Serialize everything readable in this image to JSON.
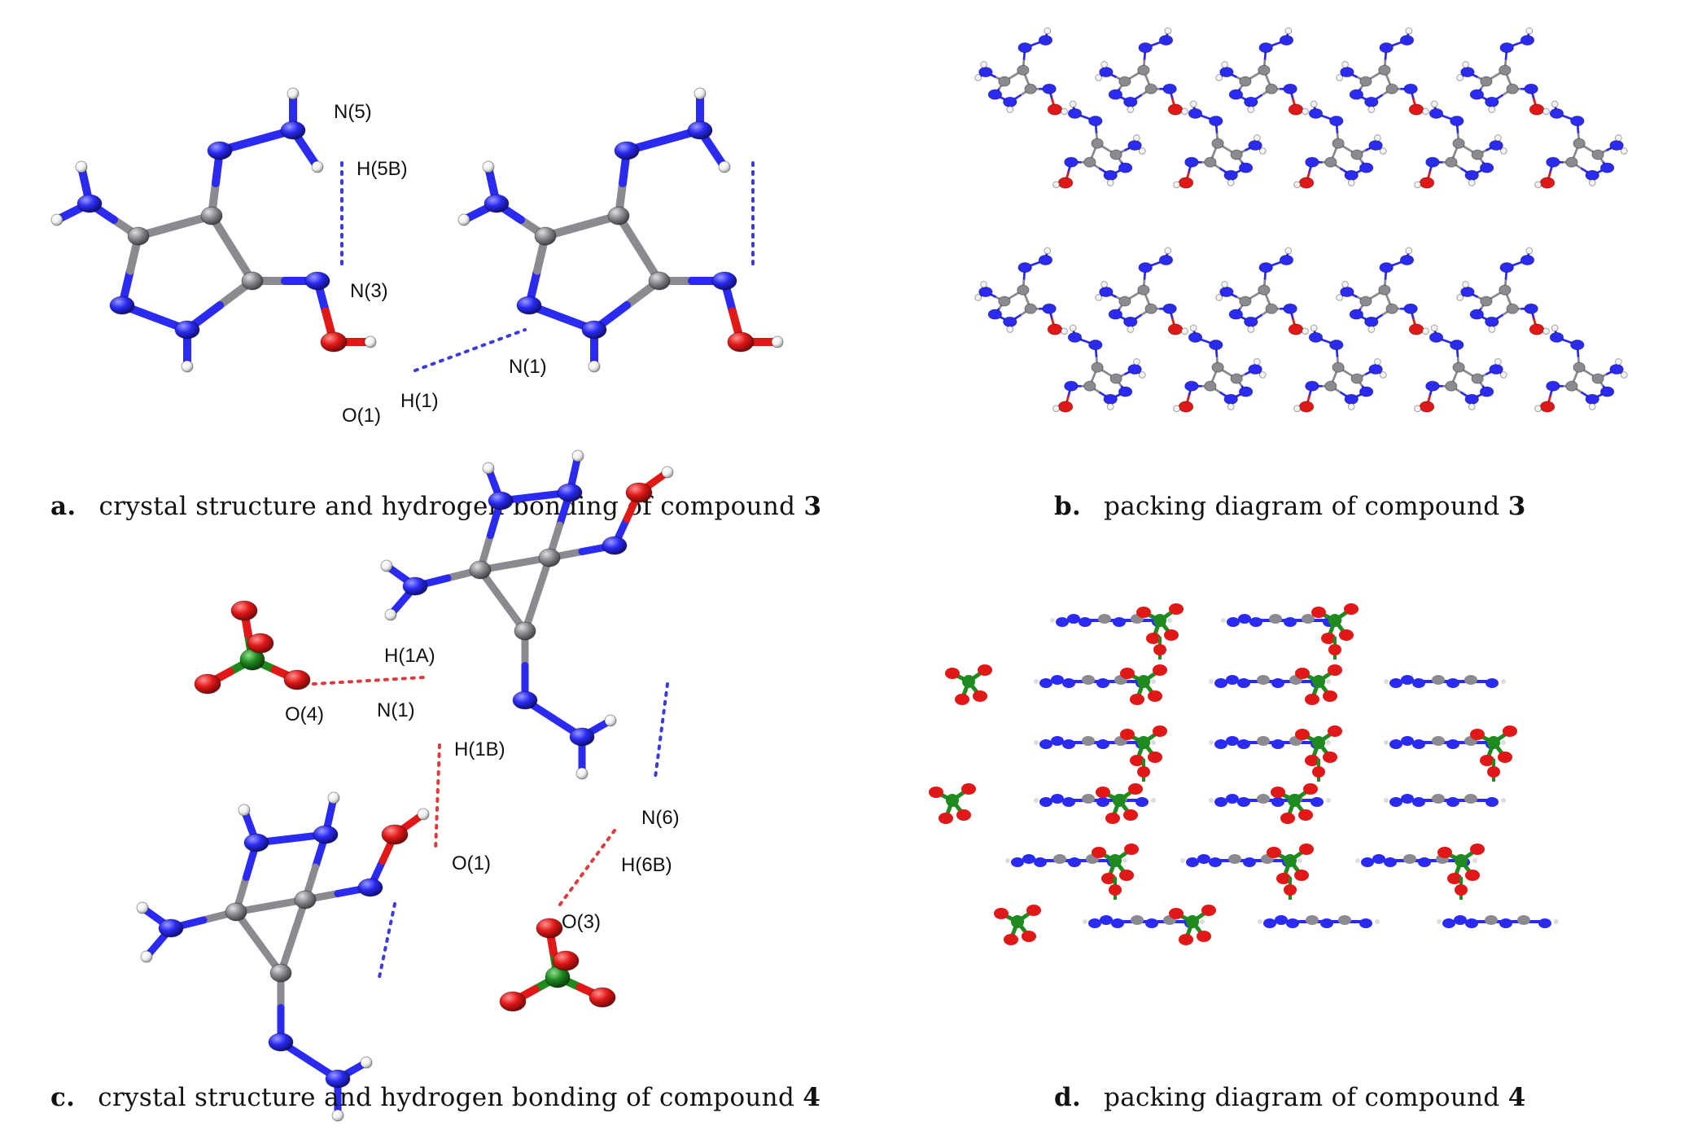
{
  "panels": [
    {
      "letter": "a.",
      "caption": "crystal structure and hydrogen bonding of compound",
      "compound": "3",
      "atom_labels": [
        "N(5)",
        "H(5B)",
        "N(3)",
        "O(1)",
        "H(1)",
        "N(1)"
      ]
    },
    {
      "letter": "b.",
      "caption": "packing diagram of compound",
      "compound": "3"
    },
    {
      "letter": "c.",
      "caption": "crystal structure and hydrogen bonding of compound",
      "compound": "4",
      "atom_labels": [
        "H(1A)",
        "O(4)",
        "N(1)",
        "H(1B)",
        "O(1)",
        "N(6)",
        "H(6B)",
        "O(3)"
      ]
    },
    {
      "letter": "d.",
      "caption": "packing diagram of compound",
      "compound": "4"
    }
  ],
  "colors": {
    "nitrogen": "#2a2af0",
    "carbon": "#8a8a90",
    "oxygen": "#e01818",
    "hydrogen": "#f2f2f2",
    "chlorine": "#1f8a1f",
    "hbond_blue": "#3b3bdd",
    "hbond_red": "#dd3b3b"
  }
}
